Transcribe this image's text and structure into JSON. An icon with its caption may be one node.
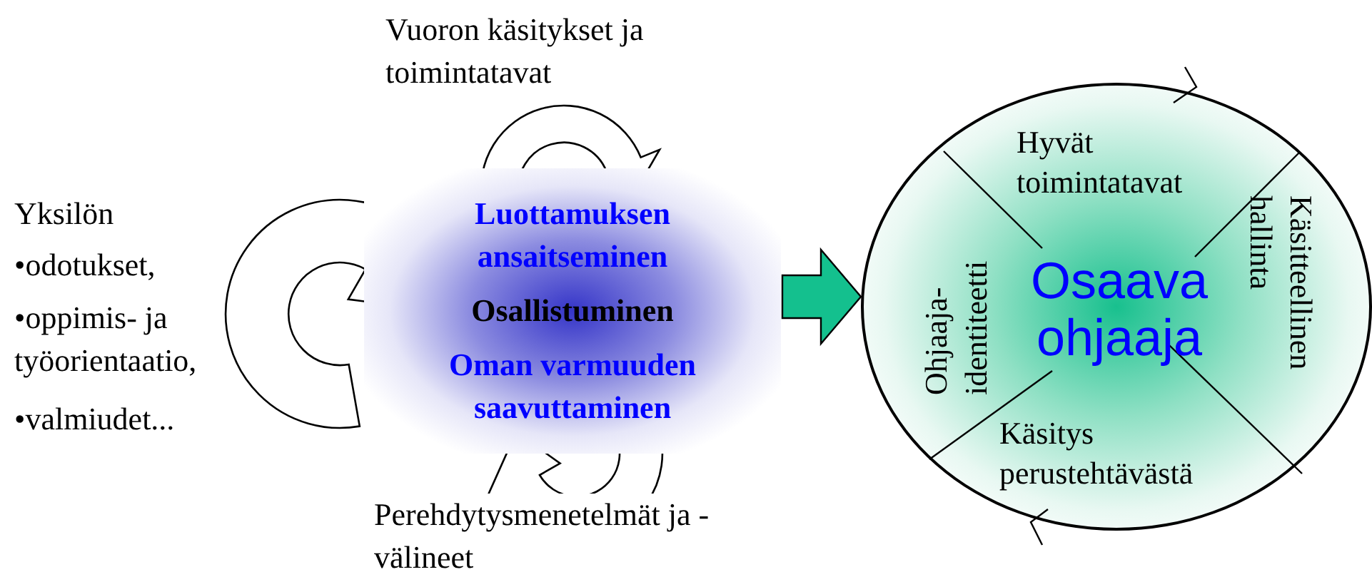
{
  "diagram": {
    "nodes": [
      {
        "text": [
          "Luottamuksen ansaitseminen",
          "Osallistuminen",
          "Oman varmuuden saavuttaminen"
        ]
      },
      {
        "text": [
          "Osaava ohjaaja"
        ]
      },
      {
        "text": [
          "Hyvät toimintatavat"
        ],
        "in": 1
      },
      {
        "text": [
          "Käsitteellinen hallinta"
        ],
        "in": 1
      },
      {
        "text": [
          "Käsitys perustehtävästä"
        ],
        "in": 1
      },
      {
        "text": [
          "Ohjaaja- identiteetti"
        ],
        "in": 1
      }
    ],
    "edges": [
      {
        "from": 0,
        "to": 1,
        "arrow": "to",
        "style": "thick",
        "color": "#14c08e"
      }
    ],
    "labels": [
      "Vuoron käsitykset ja toimintatavat",
      "Perehdytysmenetelmät ja -välineet",
      "Yksilön",
      "•odotukset,",
      "•oppimis- ja työorientaatio,",
      "•valmiudet..."
    ]
  }
}
